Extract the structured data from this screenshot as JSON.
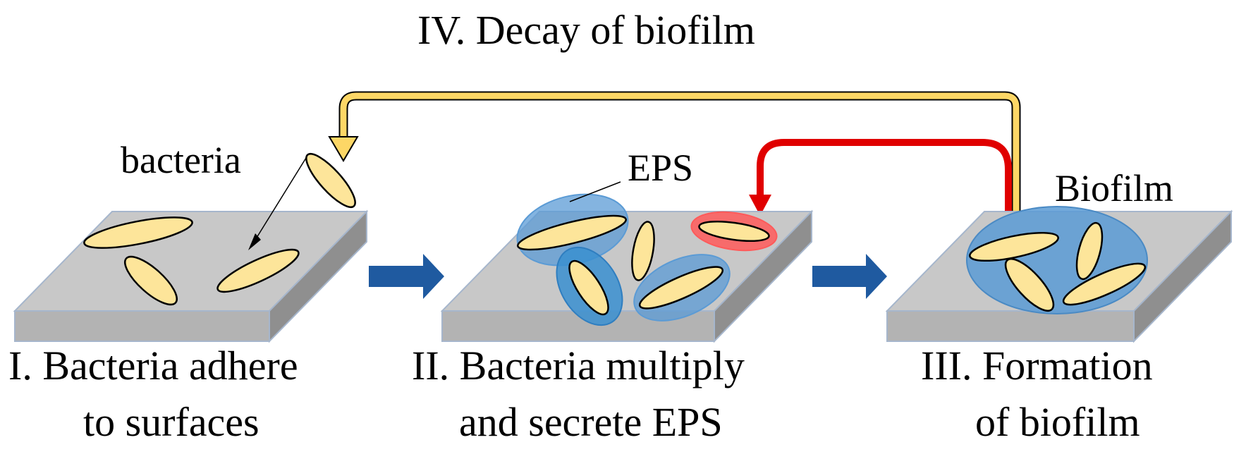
{
  "title": "IV. Decay of biofilm",
  "stages": [
    {
      "label_line1": "I. Bacteria adhere",
      "label_line2": "to surfaces"
    },
    {
      "label_line1": "II. Bacteria multiply",
      "label_line2": "and secrete EPS"
    },
    {
      "label_line1": "III. Formation",
      "label_line2": "of biofilm"
    }
  ],
  "annotations": {
    "bacteria": "bacteria",
    "eps": "EPS",
    "biofilm": "Biofilm"
  },
  "colors": {
    "plate_top": "#c8c8c8",
    "plate_side": "#9a9a9a",
    "bacterium": "#fde59a",
    "eps_blue": "#5b9bd5",
    "eps_red": "#ff5a5a",
    "step_arrow": "#1f5aa0",
    "decay_arrow_yellow": "#fdd766",
    "decay_arrow_red": "#e00000"
  }
}
